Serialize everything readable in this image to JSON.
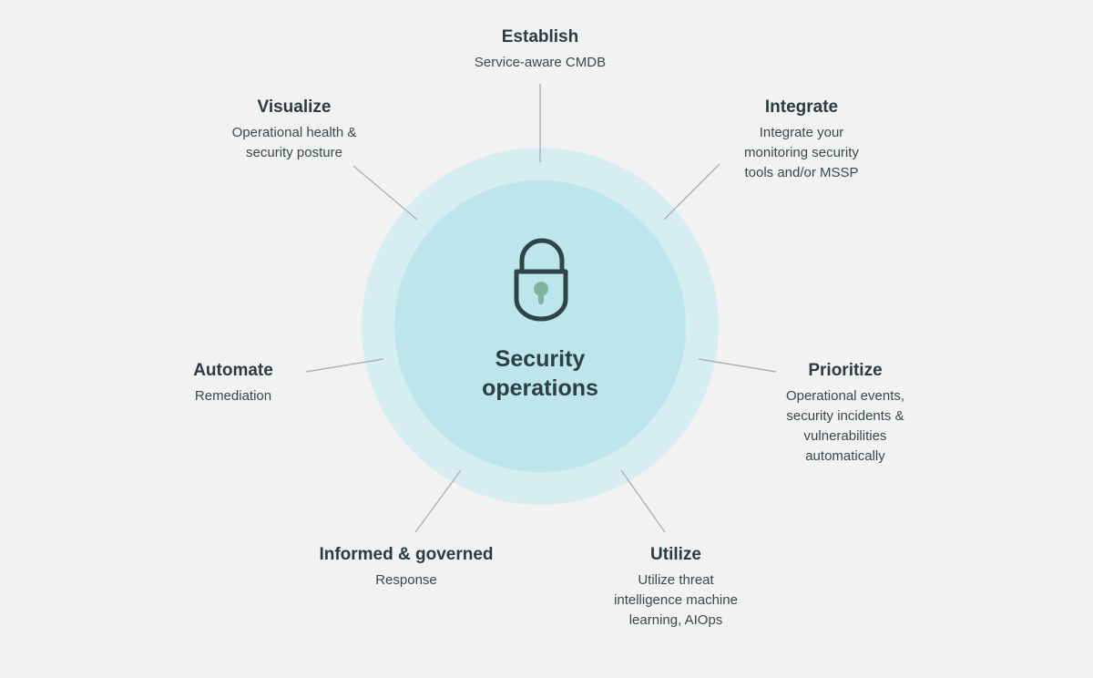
{
  "center": {
    "line1": "Security",
    "line2": "operations",
    "icon": "padlock-icon"
  },
  "nodes": {
    "establish": {
      "title": "Establish",
      "lines": [
        "Service-aware CMDB"
      ]
    },
    "visualize": {
      "title": "Visualize",
      "lines": [
        "Operational health &",
        "security posture"
      ]
    },
    "integrate": {
      "title": "Integrate",
      "lines": [
        "Integrate your",
        "monitoring security",
        "tools and/or MSSP"
      ]
    },
    "automate": {
      "title": "Automate",
      "lines": [
        "Remediation"
      ]
    },
    "prioritize": {
      "title": "Prioritize",
      "lines": [
        "Operational events,",
        "security incidents &",
        "vulnerabilities",
        "automatically"
      ]
    },
    "informed": {
      "title": "Informed & governed",
      "lines": [
        "Response"
      ]
    },
    "utilize": {
      "title": "Utilize",
      "lines": [
        "Utilize threat",
        "intelligence machine",
        "learning, AIOps"
      ]
    }
  },
  "colors": {
    "background": "#f2f2f2",
    "outer_ring": "#d6edf2",
    "inner_circle": "#bde5ec",
    "lock_stroke": "#2f4449",
    "keyhole": "#7fb39c",
    "connector": "#a9b3b6",
    "text": "#2b3b41"
  }
}
